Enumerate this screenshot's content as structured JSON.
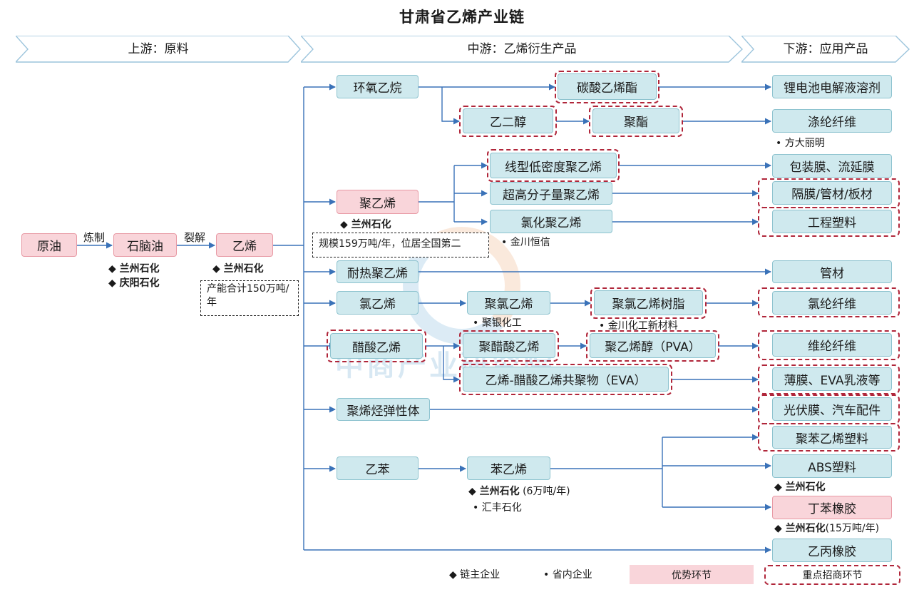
{
  "title": "甘肃省乙烯产业链",
  "bands": {
    "upstream": "上游：原料",
    "midstream": "中游：乙烯衍生产品",
    "downstream": "下游：应用产品"
  },
  "edge_labels": {
    "refining": "炼制",
    "cracking": "裂解"
  },
  "nodes": {
    "crude": "原油",
    "naphtha": "石脑油",
    "ethylene": "乙烯",
    "eo": "环氧乙烷",
    "ec": "碳酸乙烯酯",
    "meg": "乙二醇",
    "polyester": "聚酯",
    "pe": "聚乙烯",
    "lldpe": "线型低密度聚乙烯",
    "uhmwpe": "超高分子量聚乙烯",
    "cpe": "氯化聚乙烯",
    "pert": "耐热聚乙烯",
    "vcm": "氯乙烯",
    "pvc": "聚氯乙烯",
    "pvc_resin": "聚氯乙烯树脂",
    "vac": "醋酸乙烯",
    "pvac": "聚醋酸乙烯",
    "pva": "聚乙烯醇（PVA）",
    "eva": "乙烯-醋酸乙烯共聚物（EVA）",
    "poe": "聚烯烃弹性体",
    "eb": "乙苯",
    "sm": "苯乙烯",
    "li_solvent": "锂电池电解液溶剂",
    "polyester_fiber": "涤纶纤维",
    "pack_film": "包装膜、流延膜",
    "separator": "隔膜/管材/板材",
    "eng_plastic": "工程塑料",
    "pipe": "管材",
    "pvc_fiber": "氯纶纤维",
    "vinylon": "维纶纤维",
    "film_eva": "薄膜、EVA乳液等",
    "pv": "光伏膜、汽车配件",
    "ps": "聚苯乙烯塑料",
    "abs": "ABS塑料",
    "sbr": "丁苯橡胶",
    "epr": "乙丙橡胶"
  },
  "notes": {
    "naphtha_1": "◆ 兰州石化",
    "naphtha_2": "◆ 庆阳石化",
    "ethylene_1": "◆ 兰州石化",
    "ethylene_box": "产能合计150万吨/年",
    "pe_1": "◆ 兰州石化",
    "pe_box": "规模159万吨/年，位居全国第二",
    "polyester_fiber_1": "•  方大丽明",
    "cpe_1": "•  金川恒信",
    "pvc_1": "•  聚银化工",
    "pvc_resin_1": "•  金川化工新材料",
    "sm_1_name": "◆ 兰州石化",
    "sm_1_cap": "(6万吨/年)",
    "sm_2": "•  汇丰石化",
    "abs_1": "◆ 兰州石化",
    "sbr_1_name": "◆ 兰州石化",
    "sbr_1_cap": "(15万吨/年)"
  },
  "legend": {
    "chain_leader": "◆  链主企业",
    "in_province": "•  省内企业",
    "advantage": "优势环节",
    "key_invest": "重点招商环节"
  },
  "watermark": "中商产业研究院",
  "colors": {
    "node_fill": "#cfe9ee",
    "advantage_fill": "#f9d5da",
    "arrow": "#3a72b8",
    "key_ring": "#b0263a"
  }
}
